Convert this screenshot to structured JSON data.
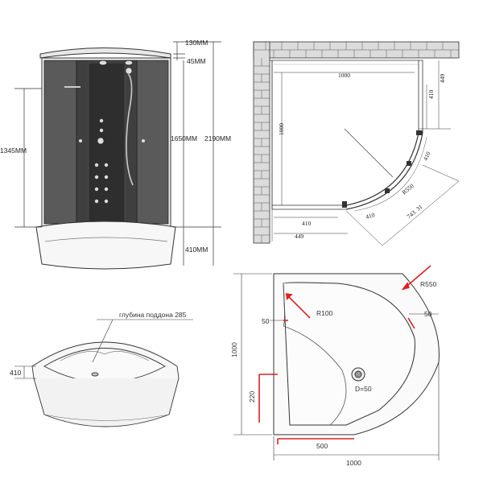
{
  "cabin_front": {
    "dims": {
      "top_130": "130MM",
      "h_45": "45MM",
      "h_1345": "1345MM",
      "h_1650": "1650MM",
      "h_2190": "2190MM",
      "tray_410": "410MM"
    }
  },
  "plan_view": {
    "width_1000": "1000",
    "depth_1000": "1000",
    "d449_right": "449",
    "d410_right": "410",
    "d410_arc": "410",
    "d410_bottom": "410",
    "d410_inner": "410",
    "d449_bottom": "449",
    "r550": "R550",
    "diag_743": "743. 31"
  },
  "tray_iso": {
    "depth_label": "глубина поддона 285",
    "height_410": "410"
  },
  "tray_plan": {
    "r550": "R550",
    "r100": "R100",
    "w50_left": "50",
    "w50_right": "50",
    "drain": "D=50",
    "h220": "220",
    "h1000": "1000",
    "w500": "500",
    "w1000": "1000"
  },
  "colors": {
    "line": "#333333",
    "accent_red": "#e02020",
    "brick_fill": "#d9d9d9",
    "glass_dark": "#4a4a4a"
  }
}
